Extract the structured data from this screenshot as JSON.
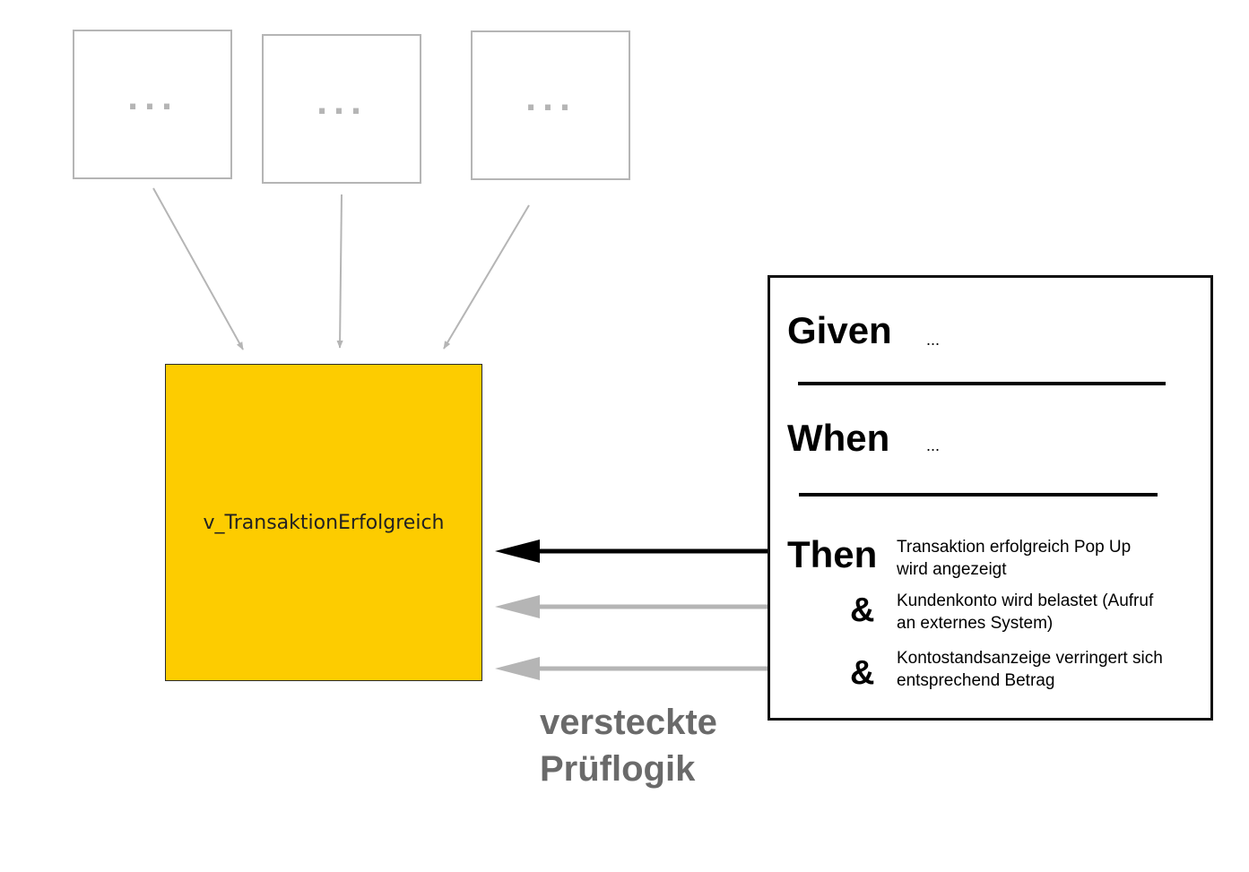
{
  "top_boxes": [
    {
      "label": "..."
    },
    {
      "label": "..."
    },
    {
      "label": "..."
    }
  ],
  "main_box": {
    "label": "v_TransaktionErfolgreich",
    "color": "#fdcc00"
  },
  "scenario": {
    "given": {
      "keyword": "Given",
      "text": "..."
    },
    "when": {
      "keyword": "When",
      "text": "..."
    },
    "then": {
      "keyword": "Then",
      "text_line1": "Transaktion erfolgreich Pop Up",
      "text_line2": "wird angezeigt"
    },
    "and1": {
      "keyword": "&",
      "text_line1": "Kundenkonto wird belastet (Aufruf",
      "text_line2": "an externes System)"
    },
    "and2": {
      "keyword": "&",
      "text_line1": "Kontostandsanzeige verringert sich",
      "text_line2": "entsprechend Betrag"
    }
  },
  "hidden_logic_label": {
    "line1": "versteckte",
    "line2": "Prüflogik",
    "color": "#6a6a6a"
  },
  "colors": {
    "inactive": "#b5b5b5",
    "active_arrow": "#000000"
  }
}
